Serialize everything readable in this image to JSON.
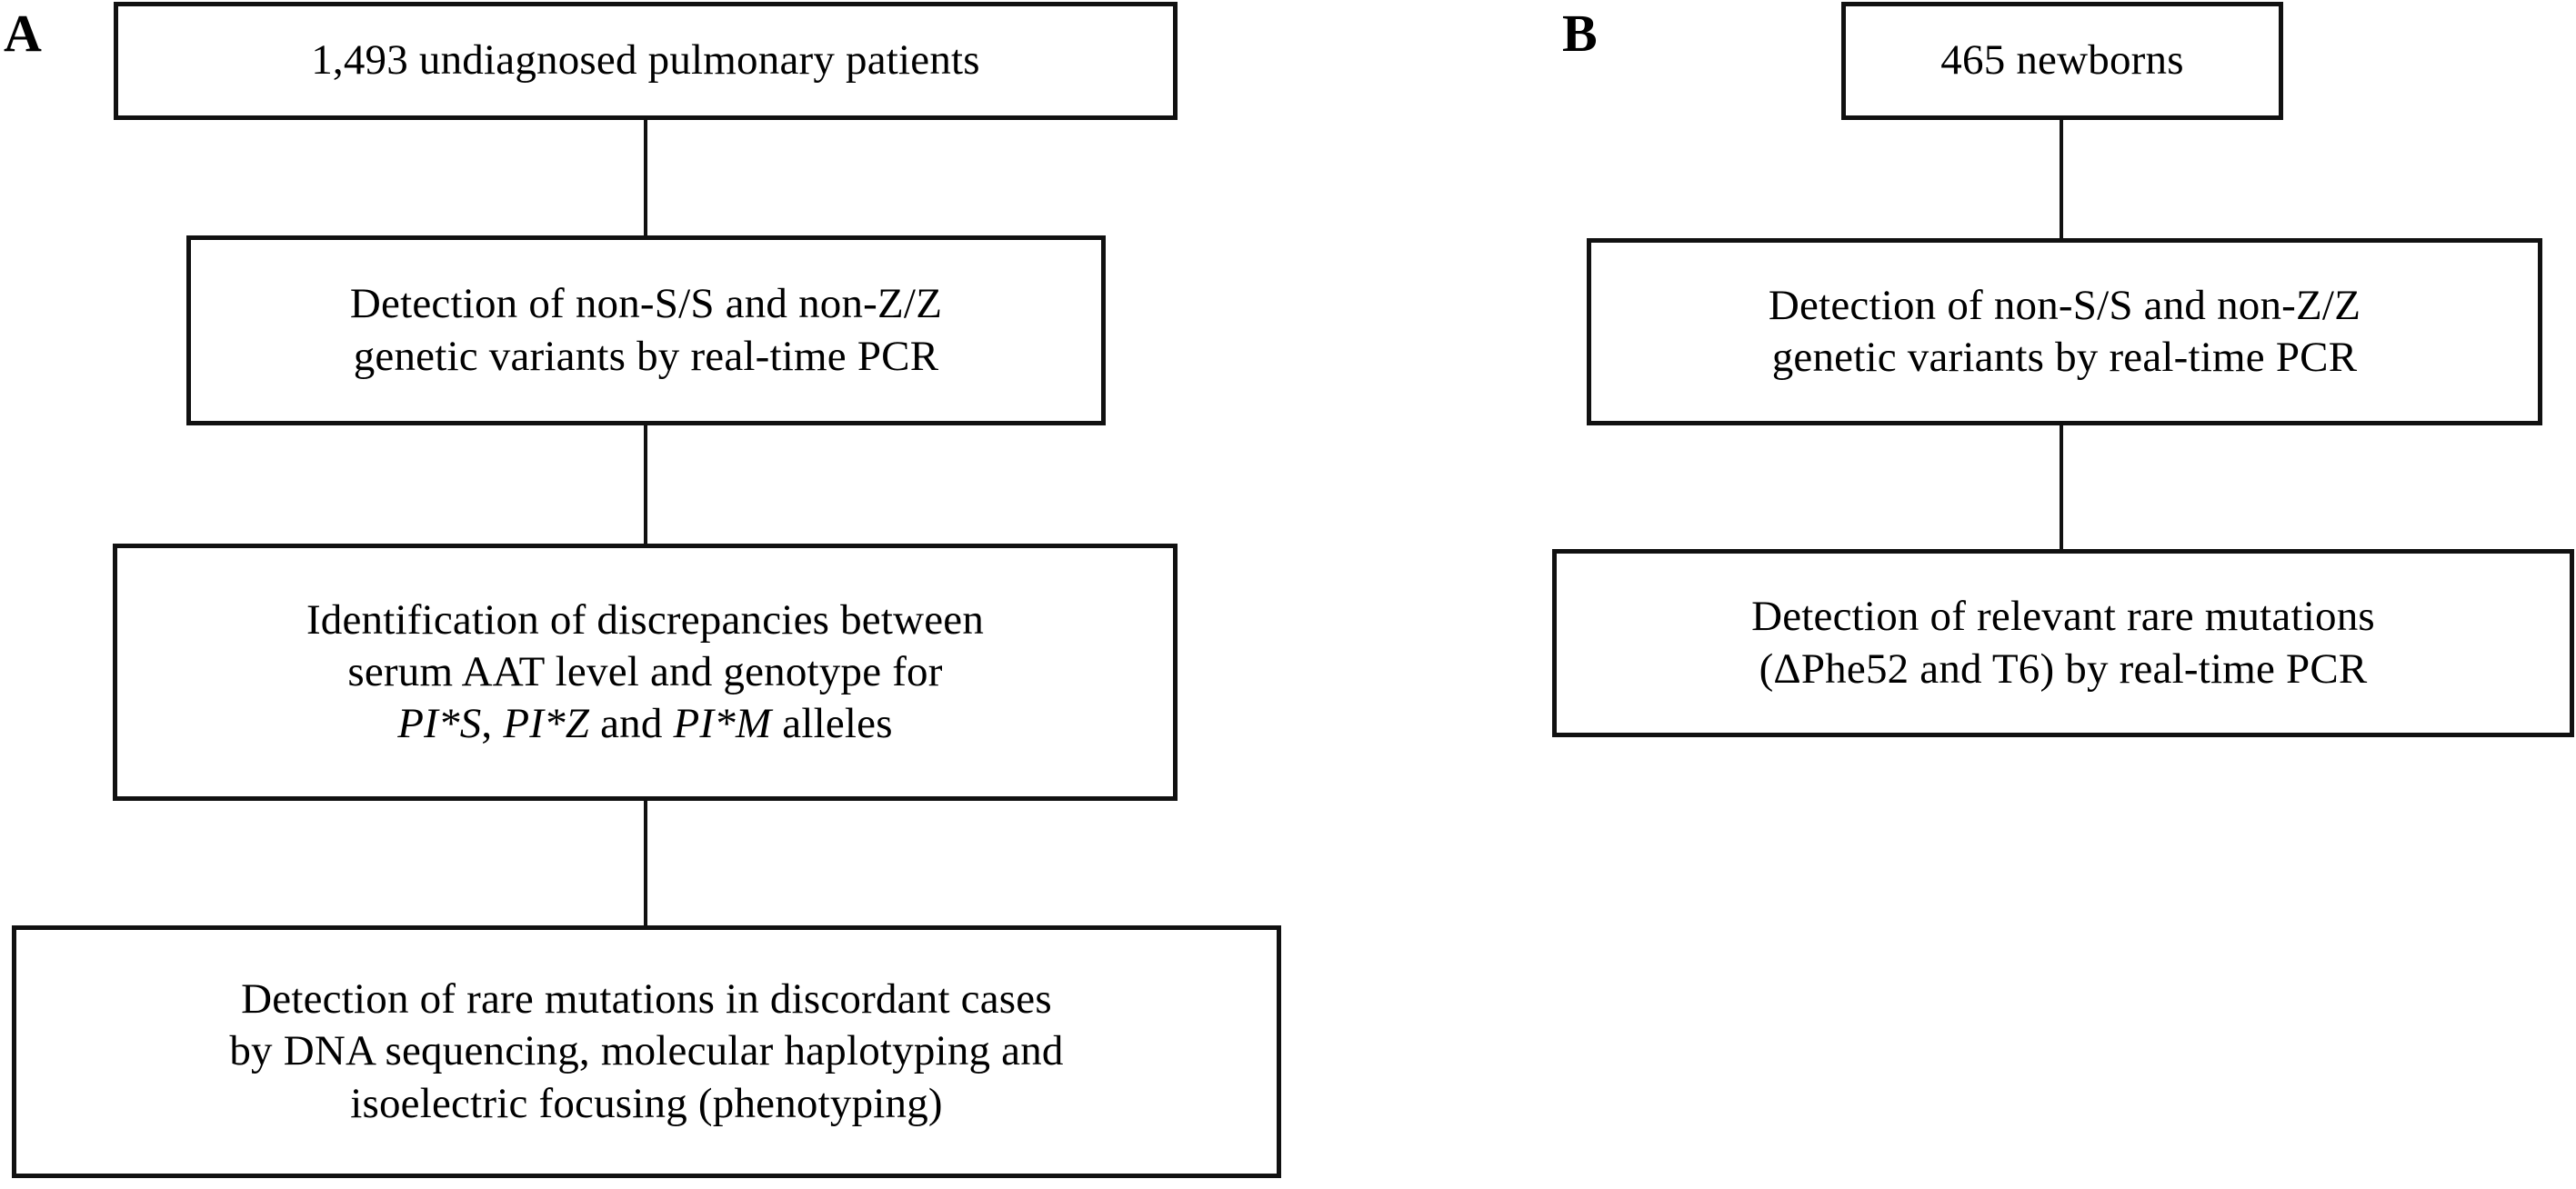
{
  "figure": {
    "type": "flowchart",
    "orientation": "two-panel, top-to-bottom",
    "background_color": "#ffffff",
    "line_color": "#111111",
    "text_color": "#000000"
  },
  "panels": [
    {
      "id": "A",
      "letter": "A",
      "cohort": "undiagnosed pulmonary patients",
      "boxes": [
        {
          "id": "a1",
          "name": "cohort-box",
          "lines": [
            "1,493 undiagnosed pulmonary patients"
          ]
        },
        {
          "id": "a2",
          "name": "genotyping-box",
          "lines": [
            "Detection of non-S/S and non-Z/Z",
            "genetic variants by real-time PCR"
          ]
        },
        {
          "id": "a3",
          "name": "discrepancy-box",
          "lines": [
            "Identification of discrepancies between",
            "serum AAT level and genotype for",
            "PI*S, PI*Z and PI*M alleles"
          ],
          "italic_terms": [
            "PI*S",
            "PI*Z",
            "PI*M"
          ]
        },
        {
          "id": "a4",
          "name": "rare-mutation-box",
          "lines": [
            "Detection of rare mutations in discordant cases",
            "by DNA sequencing, molecular haplotyping and",
            "isoelectric focusing (phenotyping)"
          ]
        }
      ],
      "connectors": [
        "a1-a2",
        "a2-a3",
        "a3-a4"
      ]
    },
    {
      "id": "B",
      "letter": "B",
      "cohort": "newborns",
      "boxes": [
        {
          "id": "b1",
          "name": "cohort-box",
          "lines": [
            "465 newborns"
          ]
        },
        {
          "id": "b2",
          "name": "genotyping-box",
          "lines": [
            "Detection of non-S/S and non-Z/Z",
            "genetic variants by real-time PCR"
          ]
        },
        {
          "id": "b3",
          "name": "rare-mutation-box",
          "lines": [
            "Detection of relevant rare mutations",
            "(ΔPhe52 and T6) by real-time PCR"
          ]
        }
      ],
      "connectors": [
        "b1-b2",
        "b2-b3"
      ]
    }
  ]
}
